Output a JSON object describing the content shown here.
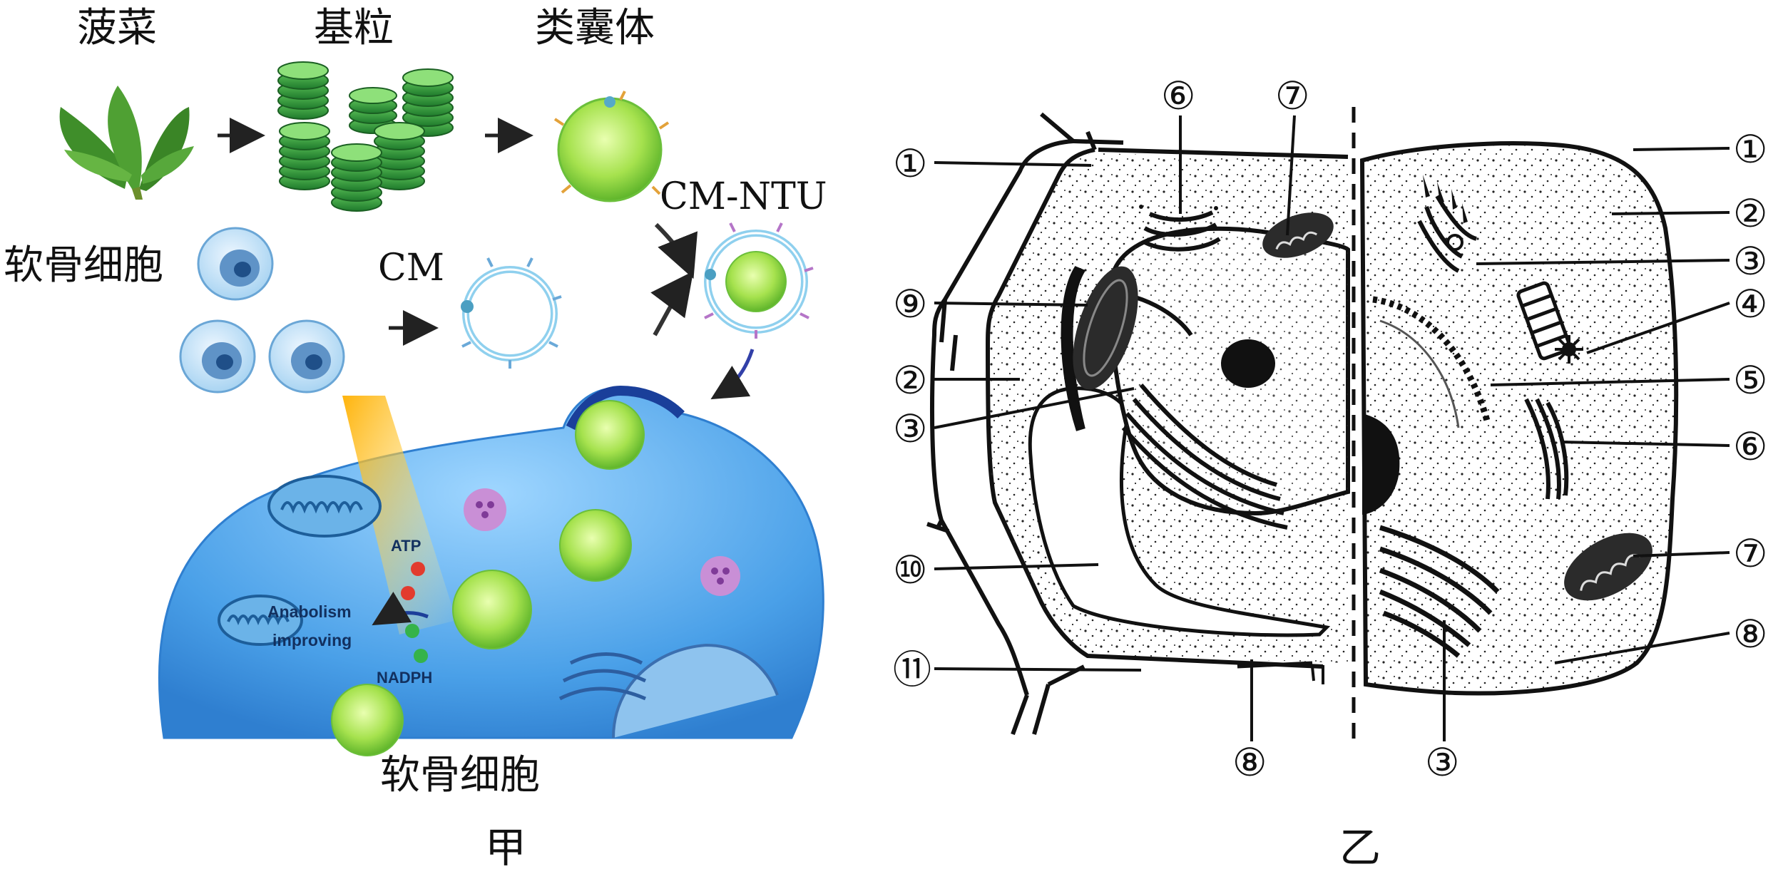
{
  "panel_a": {
    "caption": "甲",
    "steps": {
      "spinach": "菠菜",
      "grana": "基粒",
      "thylakoid": "类囊体"
    },
    "source_cell": "软骨细胞",
    "cm": "CM",
    "cm_ntu": "CM-NTU",
    "target_cell": "软骨细胞",
    "atp": "ATP",
    "nadph": "NADPH",
    "anabolism_line1": "Anabolism",
    "anabolism_line2": "improving",
    "colors": {
      "cell_fill": "#4aa0e8",
      "leaf_green": "#3f8e2a",
      "disc_green": "#2e9a3a",
      "vesicle_green": "#9ee04a",
      "membrane_blue": "#8fd0ee",
      "atp_red": "#e23b2e",
      "nadph_green": "#35b34a"
    }
  },
  "panel_b": {
    "caption": "乙",
    "left_labels": [
      "①",
      "⑨",
      "②",
      "③",
      "⑩",
      "⑪"
    ],
    "top_labels": [
      "⑥",
      "⑦"
    ],
    "bottom_labels": [
      "⑧",
      "③"
    ],
    "right_labels": [
      "①",
      "②",
      "③",
      "④",
      "⑤",
      "⑥",
      "⑦",
      "⑧"
    ]
  }
}
